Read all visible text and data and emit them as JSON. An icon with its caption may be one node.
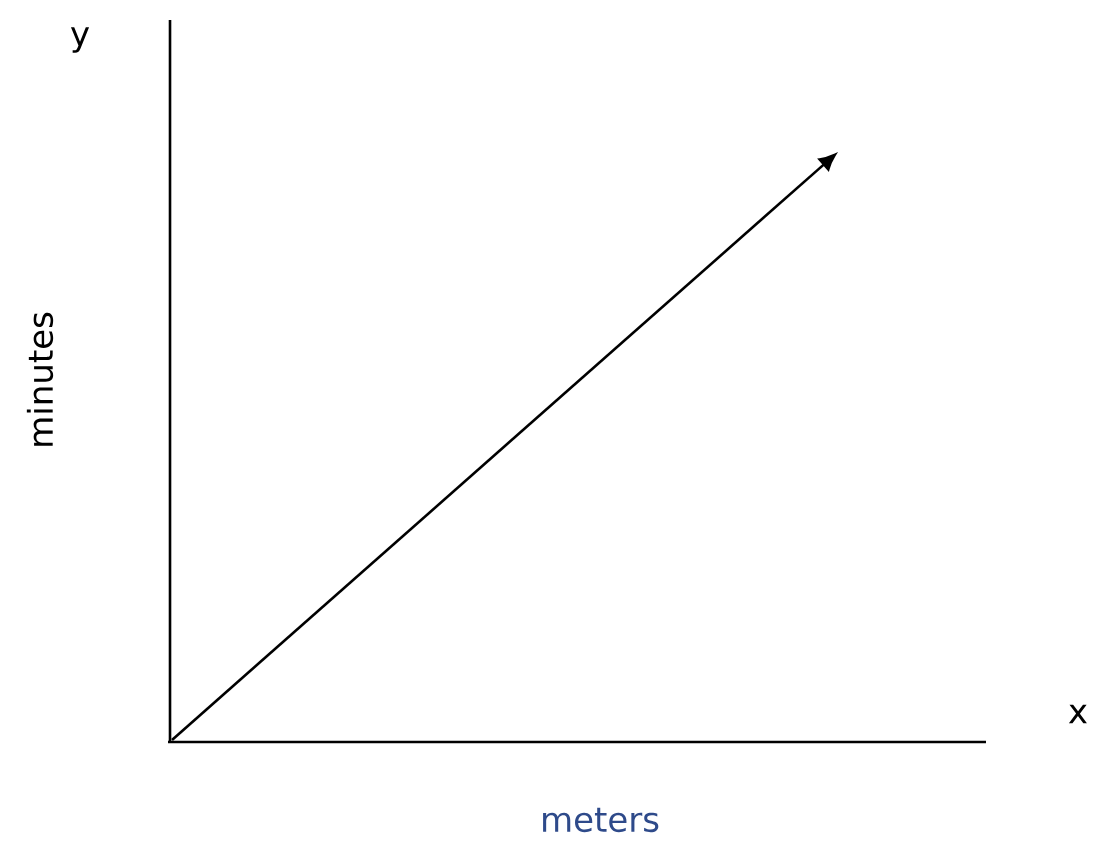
{
  "diagram": {
    "labels": [
      "y",
      "minutes",
      "x",
      "meters"
    ]
  }
}
